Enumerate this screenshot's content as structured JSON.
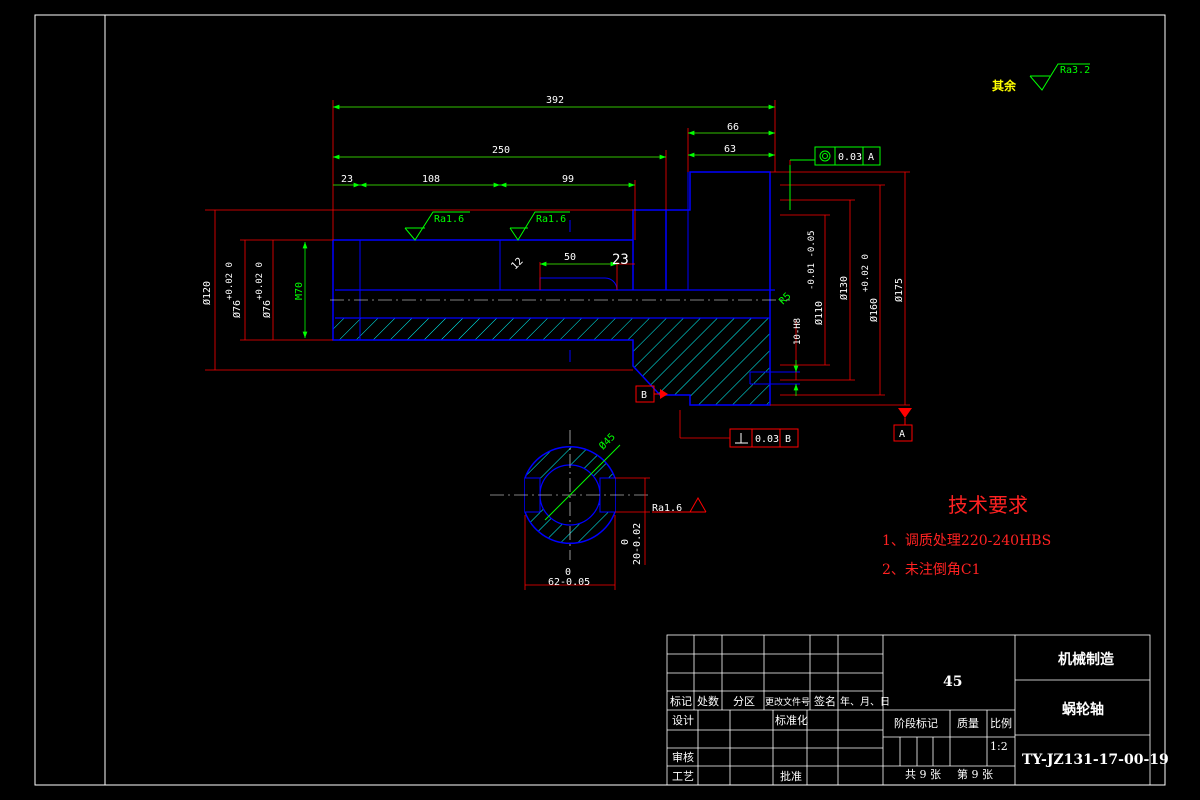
{
  "roughness": {
    "other_label": "其余",
    "other_value": "Ra3.2",
    "ra16_a": "Ra1.6",
    "ra16_b": "Ra1.6",
    "ra16_section": "Ra1.6"
  },
  "dims": {
    "d392": "392",
    "d250": "250",
    "d66": "66",
    "d63": "63",
    "d23": "23",
    "d108": "108",
    "d99": "99",
    "d50": "50",
    "d23b": "23",
    "d12": "12",
    "dia120": "Ø120",
    "dia76a": "Ø76",
    "dia76a_tol": "+0.02 0",
    "dia76b": "Ø76",
    "dia76b_tol": "+0.02 0",
    "m70": "M70",
    "dia110": "Ø110",
    "dia110_tol": "-0.01 -0.05",
    "dia130": "Ø130",
    "dia160": "Ø160",
    "dia160_tol": "+0.02 0",
    "dia175": "Ø175",
    "r5": "R5",
    "h10": "10-H8",
    "sec_dia45": "Ø45",
    "sec_62": "62-0.05",
    "sec_62_top": "0",
    "sec_20": "20-0.02",
    "sec_20_top": "0"
  },
  "gdt": {
    "concentricity_value": "0.03",
    "concentricity_datum": "A",
    "perp_value": "0.03",
    "perp_datum": "B",
    "datum_a": "A",
    "datum_b": "B"
  },
  "requirements": {
    "title": "技术要求",
    "item1": "1、调质处理220-240HBS",
    "item2": "2、未注倒角C1"
  },
  "title_block": {
    "material": "45",
    "company": "机械制造",
    "part_name": "蜗轮轴",
    "drawing_no": "TY-JZ131-17-00-19",
    "scale_value": "1:2",
    "sheets_total": "共 9 张",
    "sheet_no": "第 9 张",
    "h_mark": "标记",
    "h_count": "处数",
    "h_zone": "分区",
    "h_doc": "更改文件号",
    "h_sign": "签名",
    "h_date": "年、月、日",
    "design": "设计",
    "standardize": "标准化",
    "stage_mark": "阶段标记",
    "weight": "质量",
    "scale": "比例",
    "review": "审核",
    "process": "工艺",
    "approve": "批准"
  }
}
